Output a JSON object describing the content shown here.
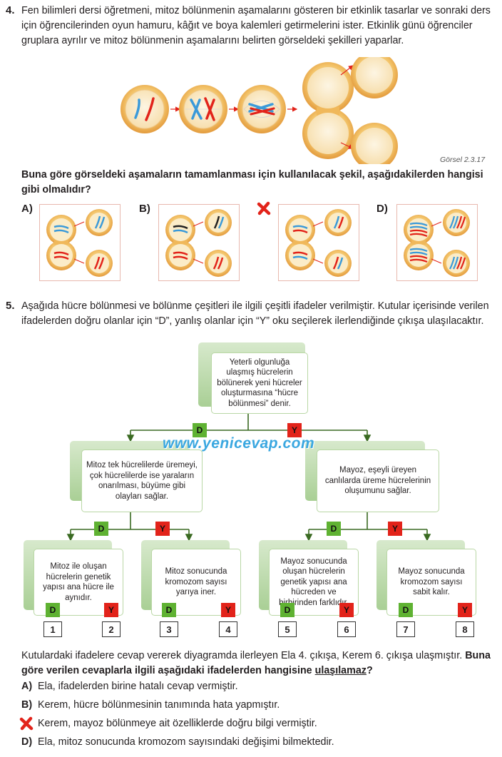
{
  "q4": {
    "number": "4.",
    "text_line1": "Fen bilimleri dersi öğretmeni, mitoz bölünmenin aşamalarını gösteren bir etkinlik tasarlar ve sonraki ders",
    "text_line2": "için öğrencilerinden oyun hamuru, kâğıt ve boya kalemleri getirmelerini ister. Etkinlik günü öğrenciler",
    "text_line3": "gruplara ayrılır ve mitoz bölünmenin aşamalarını belirten görseldeki şekilleri yaparlar.",
    "caption": "Görsel 2.3.17",
    "question_line1": "Buna göre görseldeki aşamaların tamamlanması için kullanılacak şekil, aşağıdakilerden hangisi",
    "question_line2": "gibi olmalıdır?",
    "options": [
      "A)",
      "B)",
      "D)"
    ]
  },
  "q5": {
    "number": "5.",
    "text_line1": "Aşağıda hücre bölünmesi ve bölünme çeşitleri ile ilgili çeşitli ifadeler verilmiştir. Kutular içerisinde verilen",
    "text_line2": "ifadelerden doğru olanlar için “D”, yanlış olanlar için “Y” oku seçilerek ilerlendiğinde çıkışa ulaşılacaktır.",
    "root": "Yeterli olgunluğa ulaşmış hücrelerin bölünerek yeni hücreler oluşturmasına “hücre bölünmesi” denir.",
    "mid_left": "Mitoz tek hücrelilerde üremeyi, çok hücrelilerde ise yaraların onarılması, büyüme gibi olayları sağlar.",
    "mid_right": "Mayoz, eşeyli üreyen canlılarda üreme hücrelerinin oluşumunu sağlar.",
    "leaf1": "Mitoz ile oluşan hücrelerin genetik yapısı ana hücre ile aynıdır.",
    "leaf2": "Mitoz sonucunda kromozom sayısı yarıya iner.",
    "leaf3": "Mayoz sonucunda oluşan hücrelerin genetik yapısı ana hücreden ve birbirinden farklıdır.",
    "leaf4": "Mayoz sonucunda kromozom sayısı sabit kalır.",
    "tag_d": "D",
    "tag_y": "Y",
    "exits": [
      "1",
      "2",
      "3",
      "4",
      "5",
      "6",
      "7",
      "8"
    ],
    "watermark": "www.yenicevap.com",
    "outro_line1a": "Kutulardaki ifadelere cevap vererek diyagramda ilerleyen Ela 4. çıkışa, Kerem 6. çıkışa ulaşmıştır.",
    "outro_line1b": "Buna",
    "outro_line2a": "göre verilen cevaplarla ilgili aşağıdaki ifadelerden hangisine",
    "outro_line2b": "ulaşılamaz",
    "outro_line2c": "?",
    "answers": [
      {
        "label": "A)",
        "text": "Ela, ifadelerden birine hatalı cevap vermiştir."
      },
      {
        "label": "B)",
        "text": "Kerem, hücre bölünmesinin tanımında hata yapmıştır."
      },
      {
        "label": "",
        "text": "Kerem, mayoz bölünmeye ait özelliklerde doğru bilgi vermiştir."
      },
      {
        "label": "D)",
        "text": "Ela, mitoz sonucunda kromozom sayısındaki değişimi bilmektedir."
      }
    ]
  },
  "colors": {
    "cell_fill": "#f2c66e",
    "cell_rim": "#e7a24a",
    "chrom_blue": "#3b9ad9",
    "chrom_red": "#e2231a",
    "green": "#5fb232",
    "red_tag": "#e2231a"
  }
}
